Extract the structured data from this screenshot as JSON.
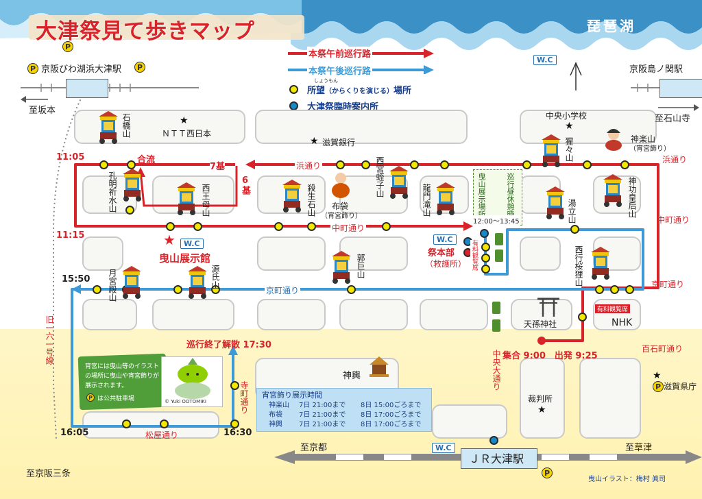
{
  "title": "大津祭見て歩きマップ",
  "lake": "琵琶湖",
  "legend": {
    "morning_route": "本祭午前巡行路",
    "afternoon_route": "本祭午後巡行路",
    "viewing_ruby": "しょうもん",
    "viewing_main": "所望",
    "viewing_paren": "（からくりを演じる）",
    "viewing_tail": "場所",
    "info_center": "大津祭臨時案内所"
  },
  "colors": {
    "morning": "#d8232a",
    "afternoon": "#3d9ad6",
    "viewing": "#f2e800",
    "info": "#1689c9",
    "road": "#ffffff"
  },
  "stations": {
    "keihan_biwako": "京阪びわ湖浜大津駅",
    "keihan_shimanoseki": "京阪島ノ関駅",
    "jr_otsu": "ＪＲ大津駅",
    "to_sakamoto": "至坂本",
    "to_ishiyamadera": "至石山寺",
    "to_kyoto": "至京都",
    "to_kusatsu": "至草津",
    "to_keihan_sanjo": "至京阪三条"
  },
  "toilet": "W.C",
  "parking": "P",
  "streets": {
    "hama": "浜通り",
    "nakamachi": "中町通り",
    "kyomachi": "京町通り",
    "chuo": "中央大通り",
    "hyakkoku": "百石町通り",
    "teramachi": "寺町通り",
    "matsuya": "松屋通り",
    "route161": "旧一六一号線"
  },
  "landmarks": {
    "ntt": "ＮＴＴ西日本",
    "shiga_bank": "滋賀銀行",
    "chuo_school": "中央小学校",
    "tenson": "天孫神社",
    "nhk": "NHK",
    "pref_office": "滋賀県庁",
    "court": "裁判所",
    "hikiyama_hall": "曳山展示館",
    "honbu": "祭本部",
    "honbu_sub": "（救護所）",
    "mikoshi": "神輿",
    "paid_seats": "有料観覧席",
    "exhibit_rest": "曳山展示場所",
    "rest_label": "巡行昼休憩時",
    "rest_time": "12:00～13:45"
  },
  "times": {
    "t1105": "11:05",
    "goryu": "合流",
    "t1115": "11:15",
    "t1550": "15:50",
    "t1605": "16:05",
    "t1630": "16:30",
    "end": "巡行終了解散 17:30",
    "start": "集合 9:00　出発 9:25",
    "seven": "7基",
    "six": "6基"
  },
  "floats": {
    "ishibashi": "石橋山",
    "koumei": "孔明祈水山",
    "seioubo": "西王母山",
    "sesshouseki": "殺生石山",
    "hotei": "布袋",
    "hotei_sub": "（宵宮飾り）",
    "nishimiya": "西宮蛭子山",
    "ryumon": "龍門滝山",
    "shoujou": "猩々山",
    "kagura": "神楽山",
    "kagura_sub": "（宵宮飾り）",
    "jingu": "神功皇后山",
    "yudate": "湯立山",
    "saigyou": "西行桜狸山",
    "kakkyo": "郭巨山",
    "genji": "源氏山",
    "tsukimiya": "月宮殿山"
  },
  "note": {
    "text": "宵宮には曳山等のイラストの場所に曳山や宵宮飾りが展示されます。",
    "parking_note": "は公共駐車場",
    "copyright": "© Yuki OOTOMIKI"
  },
  "yoimiya": {
    "title": "宵宮飾り展示時間",
    "rows": [
      {
        "name": "神楽山",
        "d7": "7日 21:00まで",
        "d8": "8日 15:00ごろまで"
      },
      {
        "name": "布袋",
        "d7": "7日 21:00まで",
        "d8": "8日 17:00ごろまで"
      },
      {
        "name": "神輿",
        "d7": "7日 21:00まで",
        "d8": "8日 17:00ごろまで"
      }
    ]
  },
  "credit": "曳山イラスト：梅村 眞司"
}
